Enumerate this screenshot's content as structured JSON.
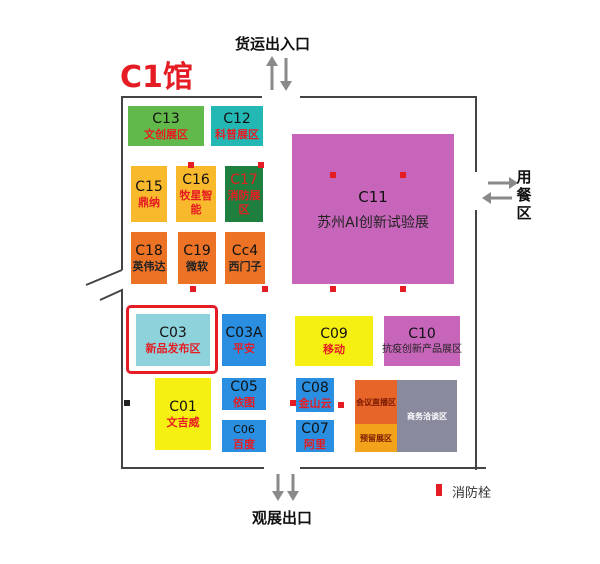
{
  "hall": {
    "title": "C1馆"
  },
  "gates": {
    "cargo": "货运出入口",
    "exit": "观展出口",
    "dining": "用餐区"
  },
  "booths": {
    "c13": {
      "code": "C13",
      "name": "文创展区",
      "color": "#62b94b"
    },
    "c12": {
      "code": "C12",
      "name": "科普展区",
      "color": "#24b8b4"
    },
    "c11": {
      "code": "C11",
      "name": "苏州AI创新试验展",
      "color": "#c765ba"
    },
    "c15": {
      "code": "C15",
      "name": "鼎纳",
      "color": "#f9b92c"
    },
    "c16": {
      "code": "C16",
      "name": "牧星智能",
      "color": "#f9b92c"
    },
    "c17": {
      "code": "C17",
      "name": "消防展区",
      "color": "#1f7f3e"
    },
    "c18": {
      "code": "C18",
      "name": "英伟达",
      "color": "#ec7325"
    },
    "c19": {
      "code": "C19",
      "name": "微软",
      "color": "#ec7325"
    },
    "cc4": {
      "code": "Cc4",
      "name": "西门子",
      "color": "#ec7325"
    },
    "c03": {
      "code": "C03",
      "name": "新品发布区",
      "color": "#8ed3dc"
    },
    "c03a": {
      "code": "C03A",
      "name": "平安",
      "color": "#2a8fe0"
    },
    "c09": {
      "code": "C09",
      "name": "移动",
      "color": "#f6ef12"
    },
    "c10": {
      "code": "C10",
      "name": "抗疫创新产品展区",
      "color": "#c765ba"
    },
    "c05": {
      "code": "C05",
      "name": "依图",
      "color": "#2a8fe0"
    },
    "c08": {
      "code": "C08",
      "name": "金山云",
      "color": "#2a8fe0"
    },
    "c01": {
      "code": "C01",
      "name": "文吉威",
      "color": "#f6ef12"
    },
    "c06": {
      "code": "C06",
      "name": "百度",
      "color": "#2a8fe0"
    },
    "c07": {
      "code": "C07",
      "name": "阿里",
      "color": "#2a8fe0"
    },
    "meeting": {
      "name": "会议直播区",
      "color": "#e8652a"
    },
    "reserve": {
      "name": "预留展区",
      "color": "#f3a21c"
    },
    "business": {
      "name": "商务洽谈区",
      "color": "#8a8a9e"
    }
  },
  "legend": {
    "hydrant": "消防栓",
    "hydrant_color": "#e51c23"
  }
}
